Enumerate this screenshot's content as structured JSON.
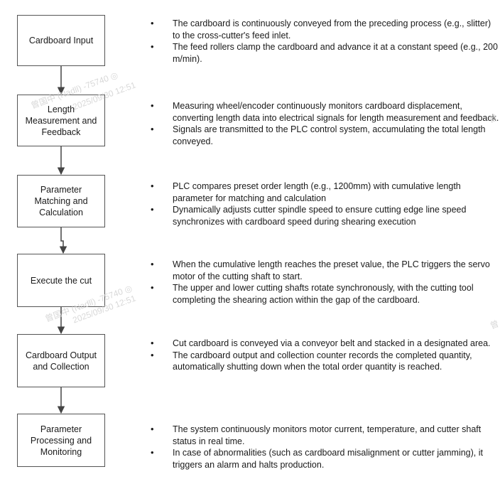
{
  "steps": [
    {
      "label": "Cardboard Input",
      "notes": [
        "The cardboard is continuously conveyed from the preceding process (e.g., slitter) to the cross-cutter's feed inlet.",
        "The feed rollers clamp the cardboard and advance it at a constant speed (e.g., 200 m/min)."
      ]
    },
    {
      "label": "Length\nMeasurement and\nFeedback",
      "notes": [
        "Measuring wheel/encoder continuously monitors cardboard displacement, converting length data into electrical signals for length measurement and feedback.",
        "Signals are transmitted to the PLC control system, accumulating the total length conveyed."
      ]
    },
    {
      "label": "Parameter\nMatching and\nCalculation",
      "notes": [
        "PLC compares preset order length (e.g., 1200mm) with cumulative length parameter for matching and calculation",
        "Dynamically adjusts cutter spindle speed to ensure cutting edge line speed synchronizes with cardboard speed during shearing execution"
      ]
    },
    {
      "label": "Execute the cut",
      "notes": [
        "When the cumulative length reaches the preset value, the PLC triggers the servo motor of the cutting shaft to start.",
        "The upper and lower cutting shafts rotate synchronously, with the cutting tool completing the shearing action within the gap of the cardboard."
      ]
    },
    {
      "label": "Cardboard Output\nand Collection",
      "notes": [
        "Cut cardboard is conveyed via a conveyor belt and stacked in a designated area.",
        "The cardboard output and collection counter records the completed quantity, automatically shutting down when the total order quantity is reached."
      ]
    },
    {
      "label": "Parameter\nProcessing and\nMonitoring",
      "notes": [
        "The system continuously monitors motor current, temperature, and cutter shaft status in real time.",
        "In case of abnormalities (such as cardboard misalignment or cutter jamming), it triggers an alarm and halts production."
      ]
    }
  ]
}
